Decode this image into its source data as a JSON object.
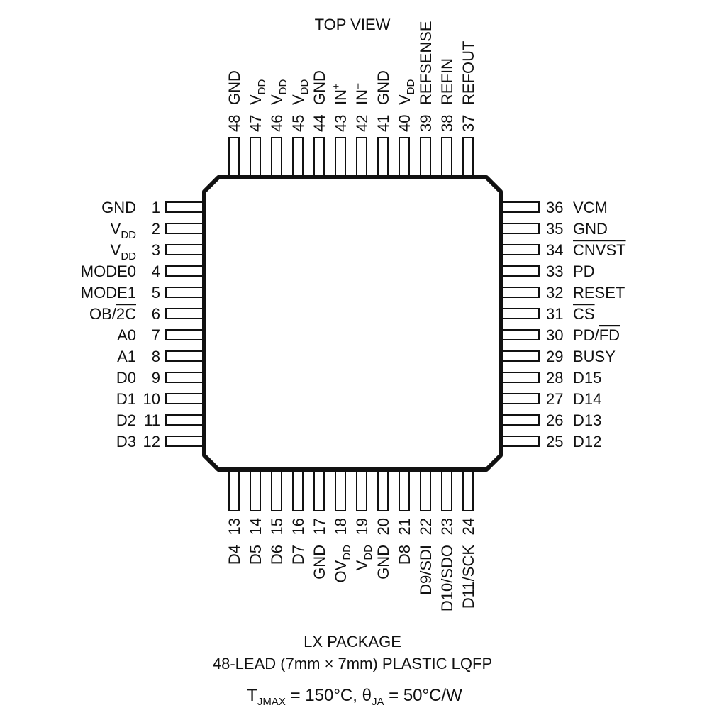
{
  "top_label": "TOP VIEW",
  "package": {
    "name": "LX PACKAGE",
    "description": "48-LEAD (7mm × 7mm) PLASTIC LQFP",
    "thermal": {
      "tj_symbol": "T",
      "tj_sub": "JMAX",
      "tj_value": " = 150°C, ",
      "theta_symbol": "θ",
      "theta_sub": "JA",
      "theta_value": " = 50°C/W"
    }
  },
  "pins": {
    "left": [
      {
        "num": "1",
        "name": "GND"
      },
      {
        "num": "2",
        "name": "V",
        "sub": "DD"
      },
      {
        "num": "3",
        "name": "V",
        "sub": "DD"
      },
      {
        "num": "4",
        "name": "MODE0"
      },
      {
        "num": "5",
        "name": "MODE1"
      },
      {
        "num": "6",
        "name": "OB/",
        "bar": "2C"
      },
      {
        "num": "7",
        "name": "A0"
      },
      {
        "num": "8",
        "name": "A1"
      },
      {
        "num": "9",
        "name": "D0"
      },
      {
        "num": "10",
        "name": "D1"
      },
      {
        "num": "11",
        "name": "D2"
      },
      {
        "num": "12",
        "name": "D3"
      }
    ],
    "right": [
      {
        "num": "36",
        "name": "VCM"
      },
      {
        "num": "35",
        "name": "GND"
      },
      {
        "num": "34",
        "bar": "CNVST"
      },
      {
        "num": "33",
        "name": "PD"
      },
      {
        "num": "32",
        "name": "RESET"
      },
      {
        "num": "31",
        "bar": "CS"
      },
      {
        "num": "30",
        "name": "PD/",
        "bar": "FD"
      },
      {
        "num": "29",
        "name": "BUSY"
      },
      {
        "num": "28",
        "name": "D15"
      },
      {
        "num": "27",
        "name": "D14"
      },
      {
        "num": "26",
        "name": "D13"
      },
      {
        "num": "25",
        "name": "D12"
      }
    ],
    "top": [
      {
        "num": "48",
        "name": "GND"
      },
      {
        "num": "47",
        "name": "V",
        "sub": "DD"
      },
      {
        "num": "46",
        "name": "V",
        "sub": "DD"
      },
      {
        "num": "45",
        "name": "V",
        "sub": "DD"
      },
      {
        "num": "44",
        "name": "GND"
      },
      {
        "num": "43",
        "name": "IN",
        "sup": "+"
      },
      {
        "num": "42",
        "name": "IN",
        "sup": "–"
      },
      {
        "num": "41",
        "name": "GND"
      },
      {
        "num": "40",
        "name": "V",
        "sub": "DD"
      },
      {
        "num": "39",
        "name": "REFSENSE"
      },
      {
        "num": "38",
        "name": "REFIN"
      },
      {
        "num": "37",
        "name": "REFOUT"
      }
    ],
    "bottom": [
      {
        "num": "13",
        "name": "D4"
      },
      {
        "num": "14",
        "name": "D5"
      },
      {
        "num": "15",
        "name": "D6"
      },
      {
        "num": "16",
        "name": "D7"
      },
      {
        "num": "17",
        "name": "GND"
      },
      {
        "num": "18",
        "name": "OV",
        "sub": "DD"
      },
      {
        "num": "19",
        "name": "V",
        "sub": "DD"
      },
      {
        "num": "20",
        "name": "GND"
      },
      {
        "num": "21",
        "name": "D8"
      },
      {
        "num": "22",
        "name": "D9/SDI"
      },
      {
        "num": "23",
        "name": "D10/SDO"
      },
      {
        "num": "24",
        "name": "D11/SCK"
      }
    ]
  }
}
